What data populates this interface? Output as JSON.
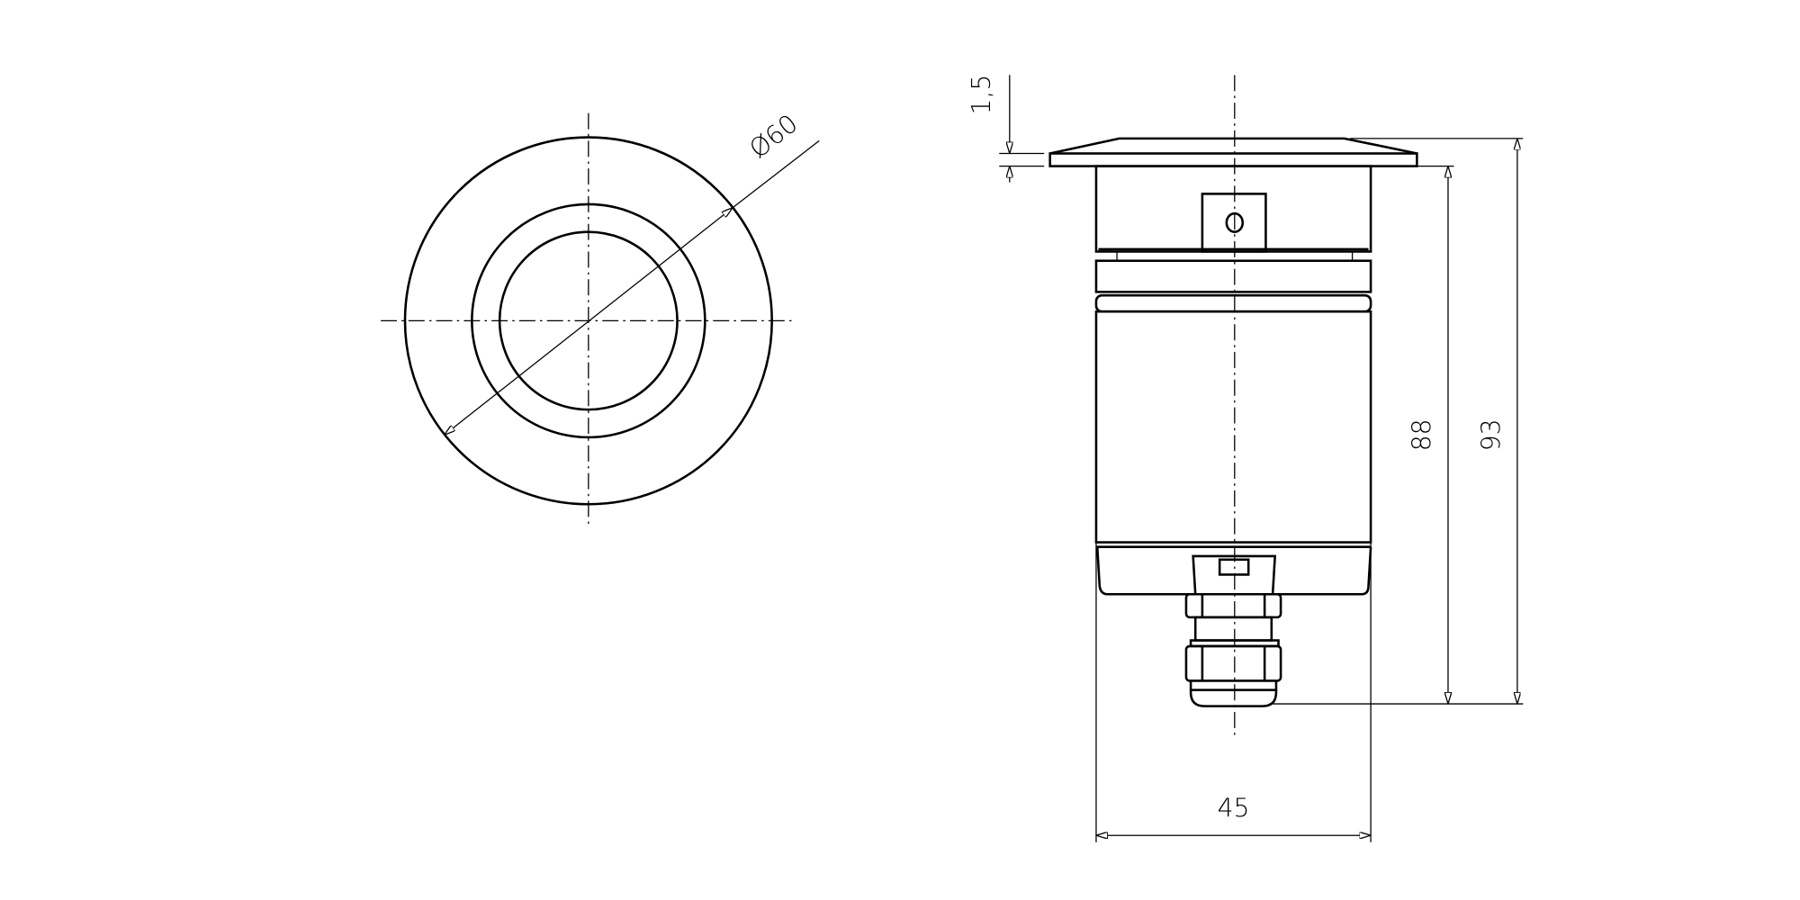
{
  "drawing": {
    "front_view": {
      "diameter_label": "Ø60"
    },
    "side_view": {
      "flange_thickness_label": "1,5",
      "body_height_label": "88",
      "total_height_label": "93",
      "body_width_label": "45"
    }
  },
  "colors": {
    "line": "#000000",
    "background": "#ffffff"
  }
}
